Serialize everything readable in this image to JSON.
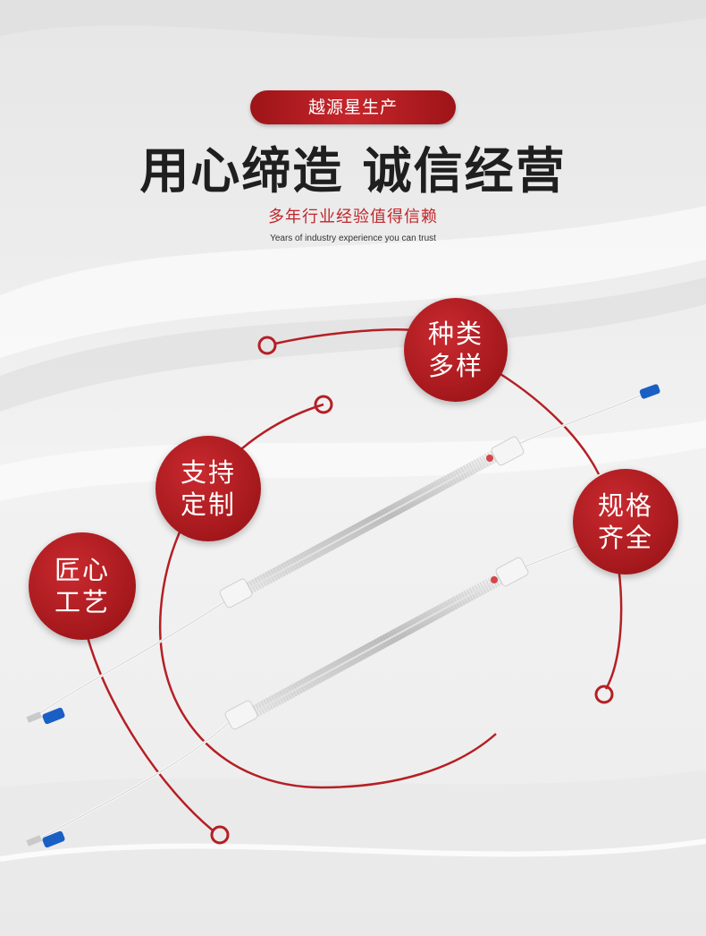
{
  "brand_pill": "越源星生产",
  "headline": "用心缔造 诚信经营",
  "subtitle_cn": "多年行业经验值得信赖",
  "subtitle_en": "Years of industry experience you can trust",
  "badges": [
    {
      "line1": "种类",
      "line2": "多样"
    },
    {
      "line1": "支持",
      "line2": "定制"
    },
    {
      "line1": "规格",
      "line2": "齐全"
    },
    {
      "line1": "匠心",
      "line2": "工艺"
    }
  ],
  "colors": {
    "accent": "#b51f24",
    "text": "#1f1f1f",
    "background": "#efefef",
    "connector": "#1a5fc4"
  },
  "icons": [
    "ring-marker-icon",
    "heater-tube-icon",
    "blue-terminal-connector-icon"
  ]
}
